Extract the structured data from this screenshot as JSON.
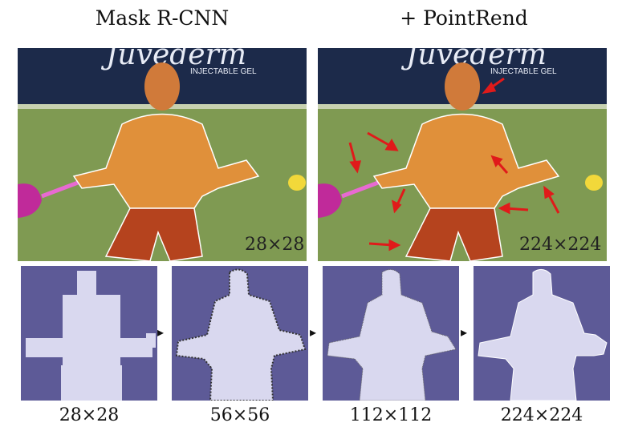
{
  "top": {
    "left_title": "Mask R-CNN",
    "right_title": "+ PointRend",
    "left_resolution": "28×28",
    "right_resolution": "224×224",
    "banner_brand": "Juvederm",
    "banner_sub": "INJECTABLE GEL"
  },
  "bottom": {
    "captions": [
      "28×28",
      "56×56",
      "112×112",
      "224×224"
    ]
  },
  "colors": {
    "court": "#7f9a52",
    "banner": "#1c2a4a",
    "mask_shirt": "#e0903a",
    "mask_shorts": "#b5431e",
    "panel_bg": "#5d5a97",
    "panel_fg": "#d9d8ef",
    "arrow_red": "#e01a1a"
  }
}
